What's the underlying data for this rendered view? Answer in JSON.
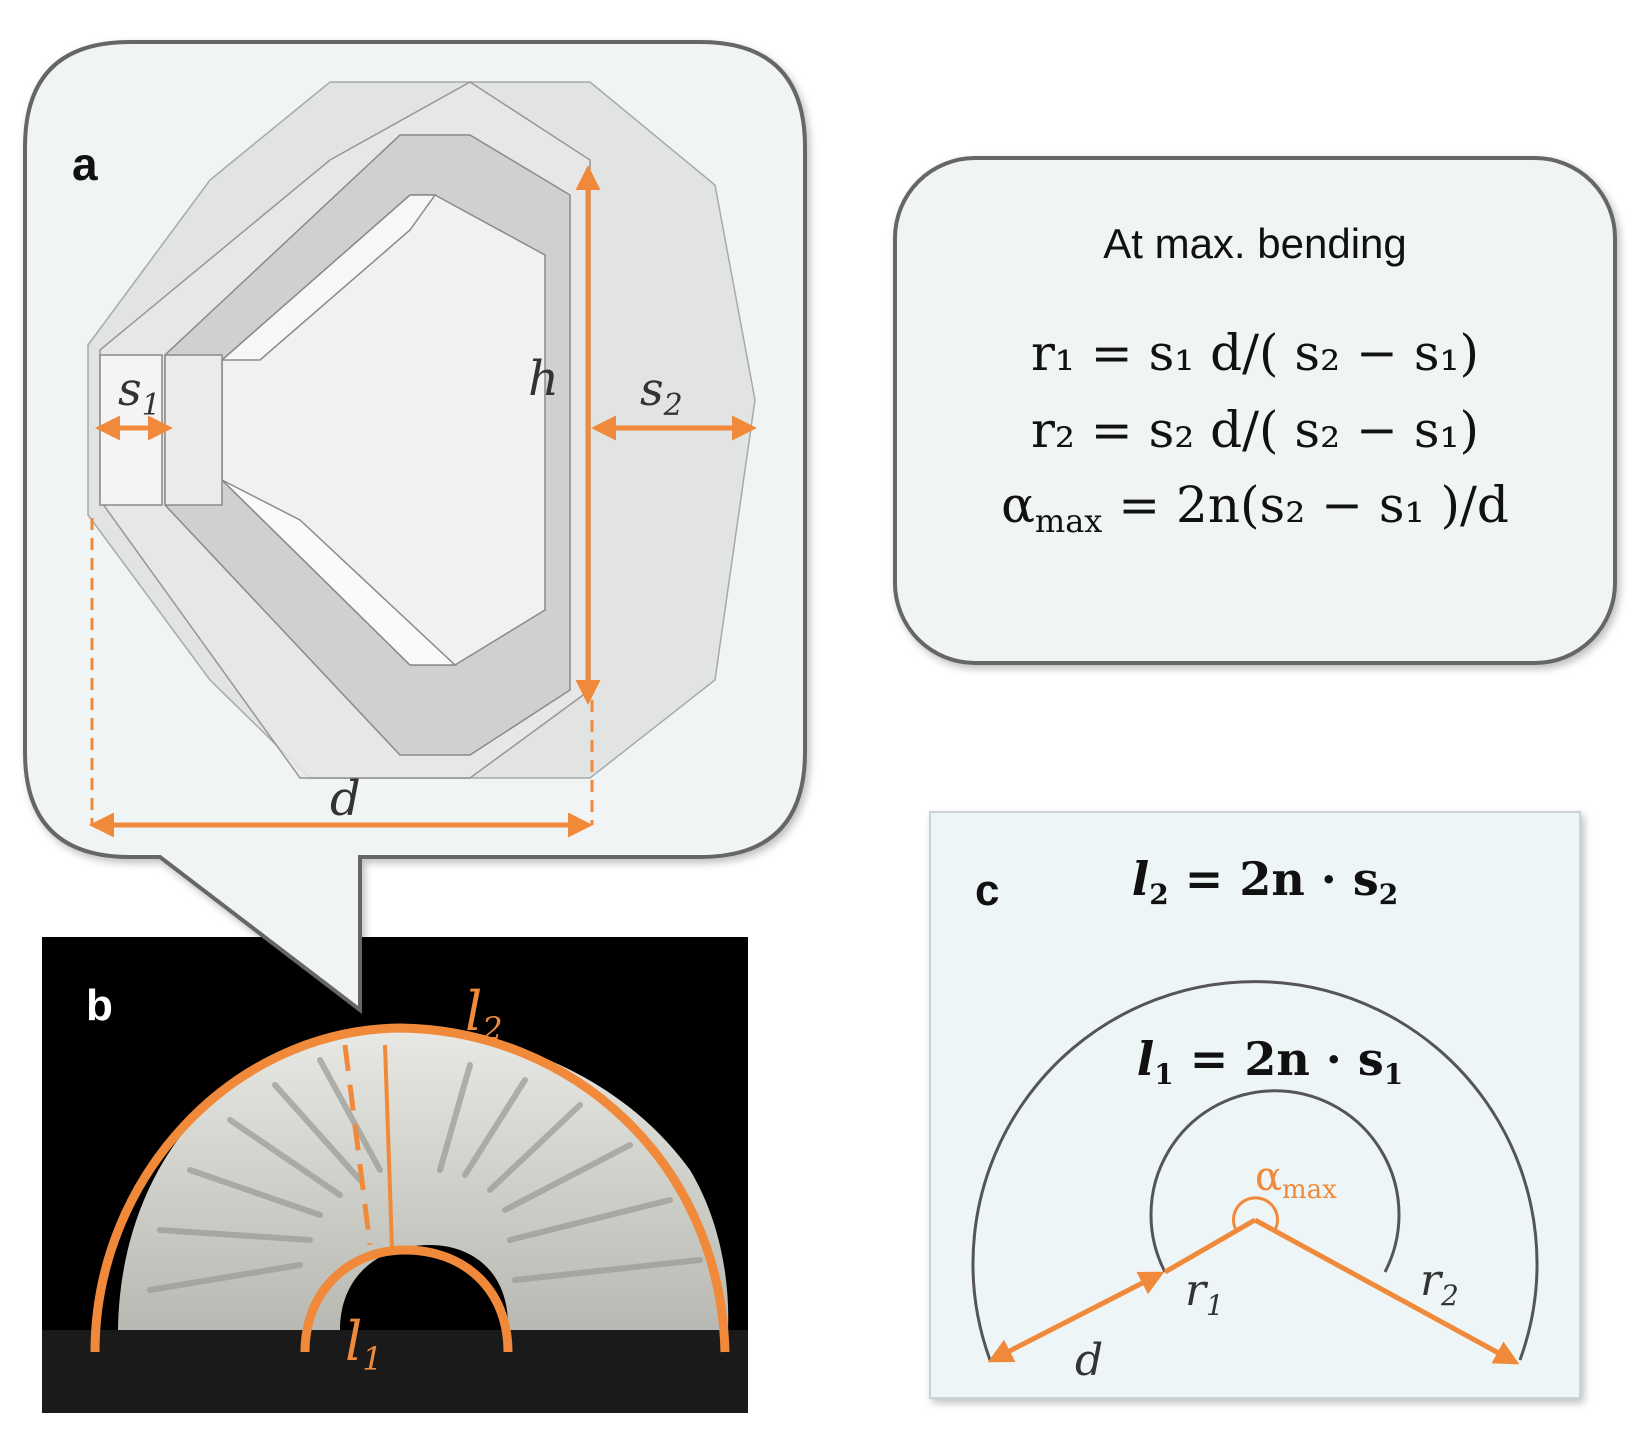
{
  "colors": {
    "accent": "#f08a3a",
    "panel_bg": "#f1f4f4",
    "panel_border": "#666666",
    "panel_c_bg": "#eef5f6",
    "photo_bg": "#000000",
    "hex_fill": "#d6d6d6",
    "hex_stroke": "#8a8a8a"
  },
  "panel_a": {
    "label": "a",
    "dim_h": "h",
    "dim_d": "d",
    "dim_s1_base": "s",
    "dim_s1_sub": "1",
    "dim_s2_base": "s",
    "dim_s2_sub": "2"
  },
  "formula_box": {
    "title": "At max. bending",
    "line1": "r₁ = s₁ d/( s₂ − s₁)",
    "line2": "r₂ = s₂ d/( s₂ − s₁)",
    "line3_base": "α",
    "line3_sub": "max",
    "line3_rest": " = 2n(s₂ − s₁ )/d"
  },
  "panel_b": {
    "label": "b",
    "l2_base": "l",
    "l2_sub": "2",
    "l1_base": "l",
    "l1_sub": "1"
  },
  "panel_c": {
    "label": "c",
    "outer_eq_base": "l",
    "outer_eq_sub": "2",
    "outer_eq_rest": " = 2n · s",
    "outer_eq_sub2": "2",
    "inner_eq_base": "l",
    "inner_eq_sub": "1",
    "inner_eq_rest": " = 2n · s",
    "inner_eq_sub2": "1",
    "alpha_base": "α",
    "alpha_sub": "max",
    "r1_base": "r",
    "r1_sub": "1",
    "r2_base": "r",
    "r2_sub": "2",
    "d_label": "d"
  }
}
